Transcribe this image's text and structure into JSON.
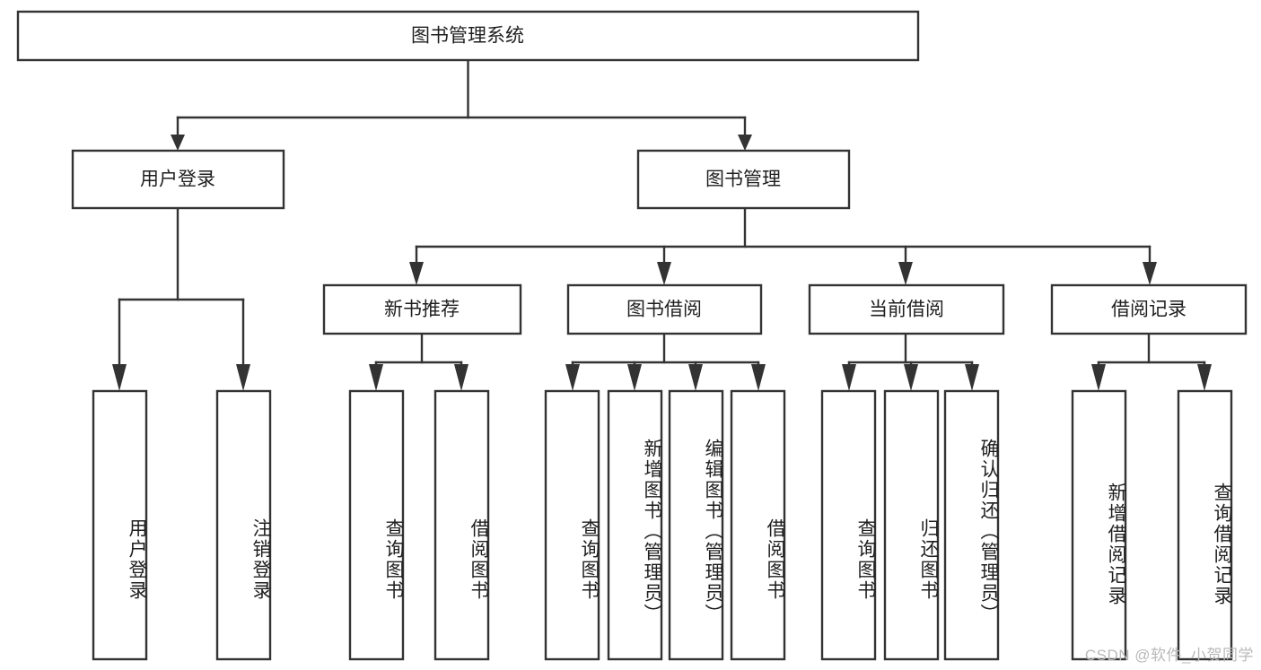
{
  "diagram": {
    "title": "图书管理系统",
    "type": "tree-hierarchy-diagram",
    "colors": {
      "stroke": "#333333",
      "fill": "#ffffff",
      "text": "#1f1f1f",
      "watermark": "#b9b9b9",
      "background": "#ffffff"
    },
    "root": {
      "label": "图书管理系统"
    },
    "level2": [
      {
        "label": "用户登录"
      },
      {
        "label": "图书管理"
      }
    ],
    "level3": [
      {
        "label": "新书推荐"
      },
      {
        "label": "图书借阅"
      },
      {
        "label": "当前借阅"
      },
      {
        "label": "借阅记录"
      }
    ],
    "leaves": {
      "user_login": [
        {
          "label": "用户登录"
        },
        {
          "label": "注销登录"
        }
      ],
      "new_book_recommend": [
        {
          "label": "查询图书"
        },
        {
          "label": "借阅图书"
        }
      ],
      "book_borrow": [
        {
          "label": "查询图书"
        },
        {
          "label": "新增图书（管理员）"
        },
        {
          "label": "编辑图书（管理员）"
        },
        {
          "label": "借阅图书"
        }
      ],
      "current_borrow": [
        {
          "label": "查询图书"
        },
        {
          "label": "归还图书"
        },
        {
          "label": "确认归还（管理员）"
        }
      ],
      "borrow_record": [
        {
          "label": "新增借阅记录"
        },
        {
          "label": "查询借阅记录"
        }
      ]
    }
  },
  "watermark": {
    "text": "CSDN @软件_小贺同学"
  }
}
